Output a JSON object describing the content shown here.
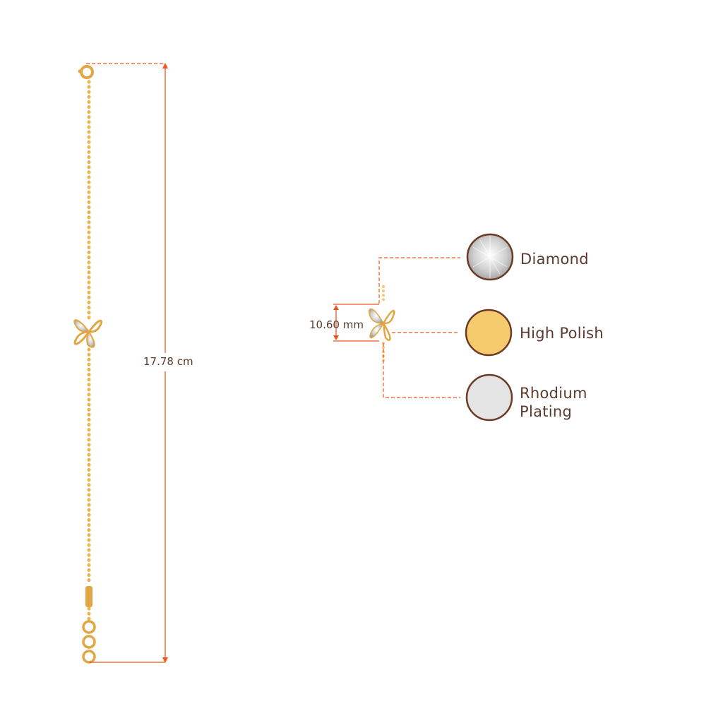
{
  "dimensions": {
    "length": "17.78 cm",
    "motif_height": "10.60 mm"
  },
  "materials": [
    {
      "name": "Diamond",
      "color": "#d9d9d9"
    },
    {
      "name": "High Polish",
      "color": "#f5cb6e"
    },
    {
      "name": "Rhodium Plating",
      "line1": "Rhodium",
      "line2": "Plating",
      "color": "#e4e4e4"
    }
  ],
  "colors": {
    "accent": "#f0561e",
    "gold": "#eab54f",
    "border": "#6b3a24",
    "text": "#5a3a2e"
  }
}
